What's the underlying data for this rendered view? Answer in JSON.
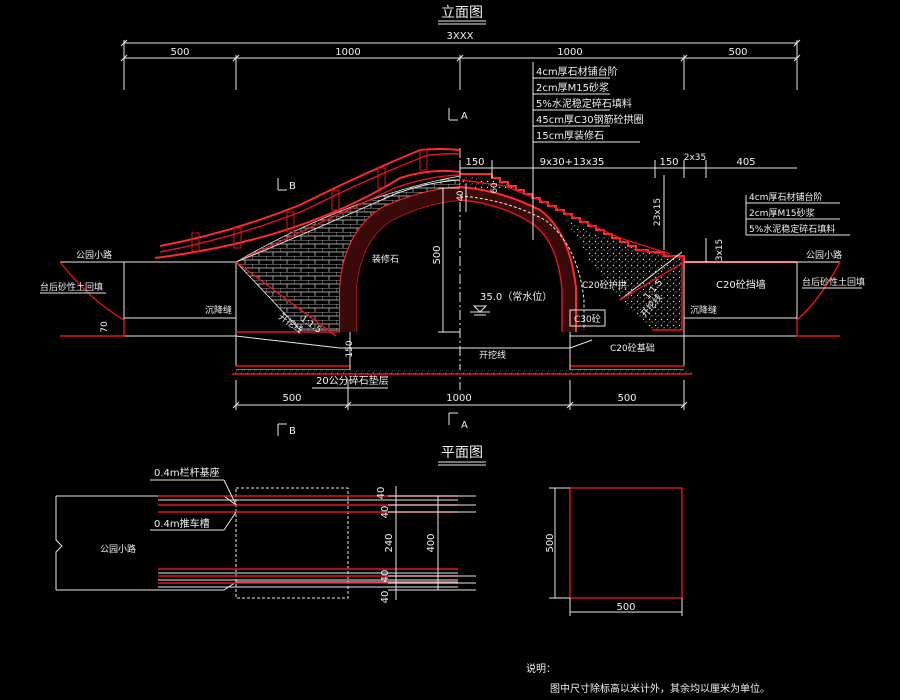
{
  "titles": {
    "elevation": "立面图",
    "plan": "平面图"
  },
  "section_marks": {
    "a": "A",
    "b": "B"
  },
  "top_dimensions": {
    "total": "3XXX",
    "segments": [
      "500",
      "1000",
      "1000",
      "500"
    ]
  },
  "layer_notes_main": [
    "4cm厚石材铺台阶",
    "2cm厚M15砂浆",
    "5%水泥稳定碎石填料",
    "45cm厚C30钢筋砼拱圈",
    "15cm厚装修石"
  ],
  "step_dims": {
    "left_150": "150",
    "steps": "9x30+13x35",
    "right_150": "150",
    "two_by_35": "2x35",
    "right_405": "405",
    "rise_23x15": "23x15",
    "rise_3x15": "3x15",
    "arch_thk_40": "40",
    "arch_thk_60": "60"
  },
  "layer_notes_right": [
    "4cm厚石材铺台阶",
    "2cm厚M15砂浆",
    "5%水泥稳定碎石填料"
  ],
  "elevation_labels": {
    "park_path_left": "公园小路",
    "park_path_right": "公园小路",
    "backfill_left": "台后砂性土回填",
    "backfill_right": "台后砂性土回填",
    "settlement_left": "沉降缝",
    "settlement_right": "沉降缝",
    "excavation_left": "开挖线",
    "excavation_mid": "开挖线",
    "excavation_right": "开挖线",
    "slope_left": "1:1.5",
    "slope_right": "1:1.5",
    "deco_stone": "装修石",
    "rise_500": "500",
    "water_level": "35.0（常水位）",
    "c20_abut_left": "C20砼护拱",
    "c20_abut_right": "C20砼挡墙",
    "c30": "C30砼",
    "c20_base": "C20砼基础",
    "h70": "70",
    "h150": "150",
    "gravel": "20公分碎石垫层"
  },
  "bottom_dimensions": [
    "500",
    "1000",
    "500"
  ],
  "plan_labels": {
    "railing_base": "0.4m栏杆基座",
    "curb": "0.4m推车槽",
    "park_path": "公园小路",
    "dims_right": [
      "40",
      "40",
      "240",
      "40",
      "40"
    ],
    "total_400": "400",
    "square_side_v": "500",
    "square_side_h": "500"
  },
  "notes": {
    "heading": "说明：",
    "text": "图中尺寸除标高以米计外，其余均以厘米为单位。"
  }
}
